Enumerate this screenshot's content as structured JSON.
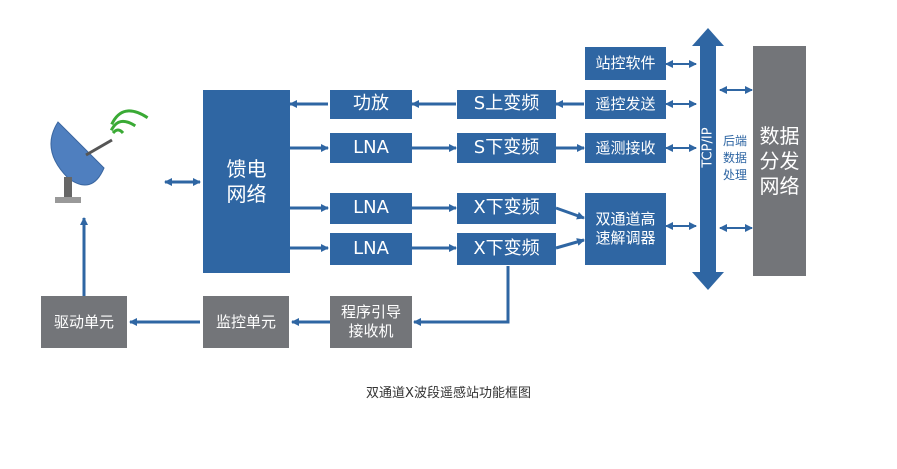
{
  "blocks": {
    "feed_network": "馈电\n网络",
    "pa": "功放",
    "lna1": "LNA",
    "lna2": "LNA",
    "lna3": "LNA",
    "s_up": "S上变频",
    "s_down": "S下变频",
    "x_down1": "X下变频",
    "x_down2": "X下变频",
    "station_sw": "站控软件",
    "tele_send": "遥控发送",
    "tele_recv": "遥测接收",
    "demod": "双通道高\n速解调器",
    "data_dist": "数据\n分发\n网络",
    "drive": "驱动单元",
    "monitor": "监控单元",
    "prog_guide": "程序引导\n接收机"
  },
  "bus_label": "TCP/IP",
  "backend_label": "后端\n数据\n处理",
  "caption": "双通道X波段遥感站功能框图",
  "colors": {
    "blue": "#2f66a3",
    "gray": "#737579",
    "signal_green": "#3aaa35"
  }
}
